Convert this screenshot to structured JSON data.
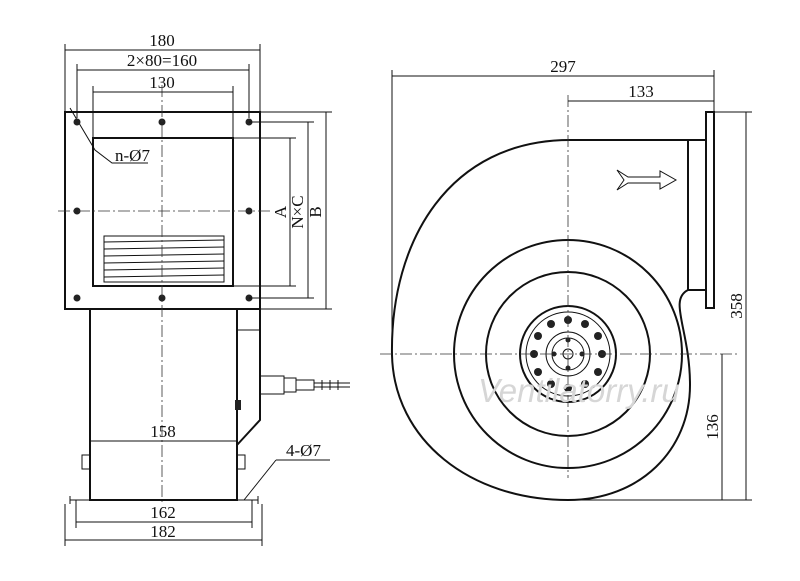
{
  "front_view": {
    "dims": {
      "overall_width": "180",
      "bolt_spacing": "2×80=160",
      "opening_width": "130",
      "flange_holes": "n-Ø7",
      "inner_height": "A",
      "pitch": "N×C",
      "outer_height": "B",
      "body_width": "158",
      "foot_holes": "4-Ø7",
      "foot_spacing": "162",
      "base_width": "182"
    }
  },
  "side_view": {
    "dims": {
      "overall_length": "297",
      "outlet_offset": "133",
      "overall_height": "358",
      "axis_height": "136"
    }
  },
  "watermark": "Ventilatorry.ru"
}
